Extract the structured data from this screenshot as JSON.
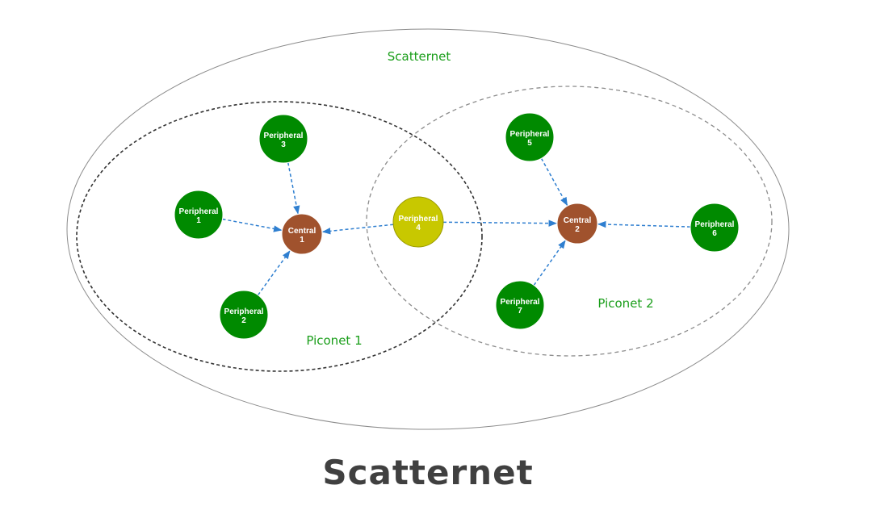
{
  "title": "Scatternet",
  "colors": {
    "peripheral": "#008a00",
    "shared_peripheral": "#c8c800",
    "central": "#a0522d",
    "link": "#2f7fd0",
    "region_label": "#1a9e1a",
    "title": "#404040"
  },
  "regions": {
    "scatternet": {
      "label": "Scatternet"
    },
    "piconet1": {
      "label": "Piconet 1"
    },
    "piconet2": {
      "label": "Piconet 2"
    }
  },
  "nodes": [
    {
      "id": "p1",
      "kind": "peripheral",
      "line1": "Peripheral",
      "line2": "1"
    },
    {
      "id": "p2",
      "kind": "peripheral",
      "line1": "Peripheral",
      "line2": "2"
    },
    {
      "id": "p3",
      "kind": "peripheral",
      "line1": "Peripheral",
      "line2": "3"
    },
    {
      "id": "p4",
      "kind": "shared_peripheral",
      "line1": "Peripheral",
      "line2": "4"
    },
    {
      "id": "p5",
      "kind": "peripheral",
      "line1": "Peripheral",
      "line2": "5"
    },
    {
      "id": "p6",
      "kind": "peripheral",
      "line1": "Peripheral",
      "line2": "6"
    },
    {
      "id": "p7",
      "kind": "peripheral",
      "line1": "Peripheral",
      "line2": "7"
    },
    {
      "id": "c1",
      "kind": "central",
      "line1": "Central",
      "line2": "1"
    },
    {
      "id": "c2",
      "kind": "central",
      "line1": "Central",
      "line2": "2"
    }
  ],
  "edges": [
    {
      "from": "p1",
      "to": "c1"
    },
    {
      "from": "p2",
      "to": "c1"
    },
    {
      "from": "p3",
      "to": "c1"
    },
    {
      "from": "p4",
      "to": "c1"
    },
    {
      "from": "p4",
      "to": "c2"
    },
    {
      "from": "p5",
      "to": "c2"
    },
    {
      "from": "p6",
      "to": "c2"
    },
    {
      "from": "p7",
      "to": "c2"
    }
  ]
}
